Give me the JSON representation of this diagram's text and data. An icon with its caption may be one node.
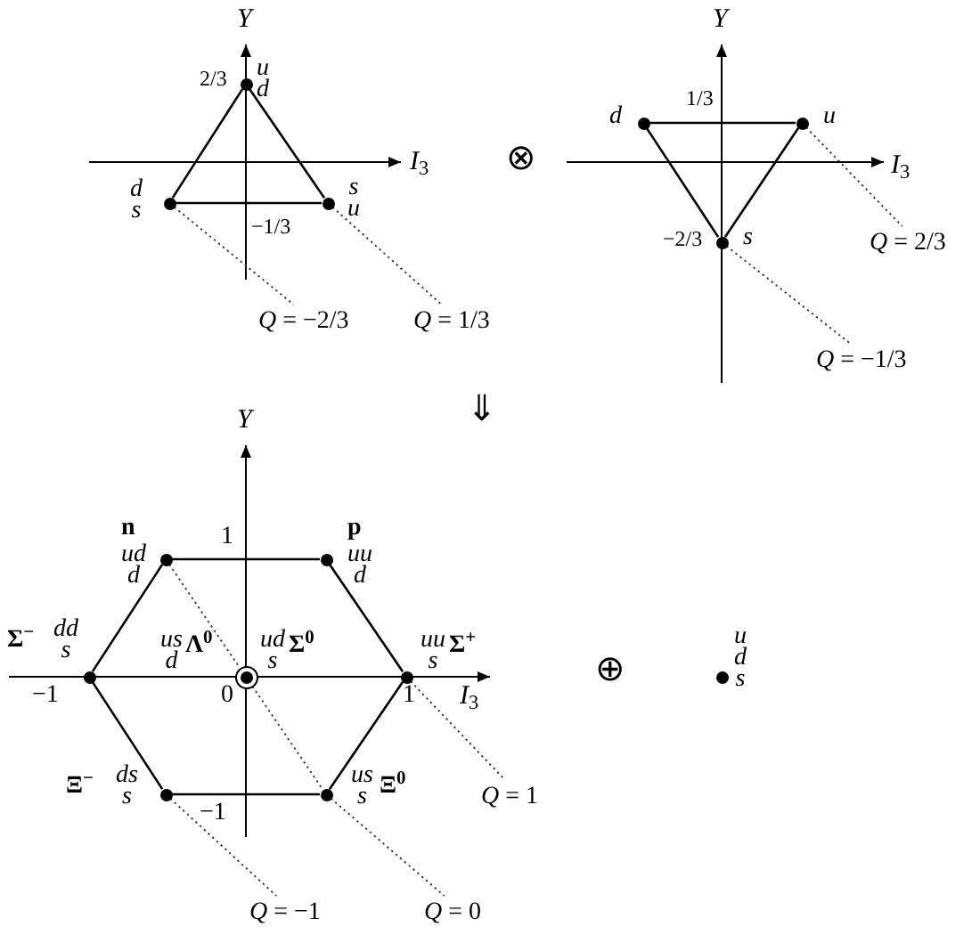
{
  "diagram": {
    "nodes": [
      {
        "text": [],
        "shape": "circle",
        "beside": [
          "u d"
        ]
      },
      {
        "text": [],
        "shape": "circle",
        "beside": [
          "d s"
        ]
      },
      {
        "text": [],
        "shape": "circle",
        "beside": [
          "s u"
        ]
      },
      {
        "text": [
          "*Q* = −2/3"
        ]
      },
      {
        "text": [
          "*Q* = 1/3"
        ]
      },
      {
        "text": [],
        "shape": "circle",
        "beside": [
          "d"
        ]
      },
      {
        "text": [],
        "shape": "circle",
        "beside": [
          "u"
        ]
      },
      {
        "text": [],
        "shape": "circle",
        "beside": [
          "s"
        ]
      },
      {
        "text": [
          "*Q* = 2/3"
        ]
      },
      {
        "text": [
          "*Q* = −1/3"
        ]
      },
      {
        "text": [],
        "shape": "circle",
        "beside": [
          "n",
          "ud d"
        ]
      },
      {
        "text": [],
        "shape": "circle",
        "beside": [
          "p",
          "uu d"
        ]
      },
      {
        "text": [],
        "shape": "circle",
        "beside": [
          "Σ$^{−}$",
          "dd s"
        ]
      },
      {
        "text": [],
        "shape": "circle",
        "beside": [
          "us d",
          "Λ$^{0}$",
          "ud s",
          "Σ$^{0}$"
        ]
      },
      {
        "text": [],
        "shape": "circle",
        "beside": [
          "uu s",
          "Σ$^{+}$"
        ]
      },
      {
        "text": [],
        "shape": "circle",
        "beside": [
          "Ξ$^{−}$",
          "ds s"
        ]
      },
      {
        "text": [],
        "shape": "circle",
        "beside": [
          "us s",
          "Ξ$^{0}$"
        ]
      },
      {
        "text": [
          "*Q* = 1"
        ]
      },
      {
        "text": [
          "*Q* = −1"
        ]
      },
      {
        "text": [
          "*Q* = 0"
        ]
      },
      {
        "text": [],
        "shape": "circle",
        "beside": [
          "u d s"
        ]
      }
    ],
    "edges": [
      {
        "from": 0,
        "to": 1,
        "arrow": "none"
      },
      {
        "from": 0,
        "to": 2,
        "arrow": "none"
      },
      {
        "from": 1,
        "to": 2,
        "arrow": "none"
      },
      {
        "from": 1,
        "to": 3,
        "arrow": "none",
        "style": "dashed"
      },
      {
        "from": 2,
        "to": 4,
        "arrow": "none",
        "style": "dashed"
      },
      {
        "from": 5,
        "to": 6,
        "arrow": "none"
      },
      {
        "from": 5,
        "to": 7,
        "arrow": "none"
      },
      {
        "from": 6,
        "to": 7,
        "arrow": "none"
      },
      {
        "from": 6,
        "to": 8,
        "arrow": "none",
        "style": "dashed"
      },
      {
        "from": 7,
        "to": 9,
        "arrow": "none",
        "style": "dashed"
      },
      {
        "from": 10,
        "to": 11,
        "arrow": "none"
      },
      {
        "from": 11,
        "to": 14,
        "arrow": "none"
      },
      {
        "from": 14,
        "to": 16,
        "arrow": "none"
      },
      {
        "from": 16,
        "to": 15,
        "arrow": "none"
      },
      {
        "from": 15,
        "to": 12,
        "arrow": "none"
      },
      {
        "from": 12,
        "to": 10,
        "arrow": "none"
      },
      {
        "from": 10,
        "to": 13,
        "arrow": "none",
        "style": "dashed"
      },
      {
        "from": 13,
        "to": 16,
        "arrow": "none",
        "style": "dashed"
      },
      {
        "from": 16,
        "to": 19,
        "arrow": "none",
        "style": "dashed"
      },
      {
        "from": 14,
        "to": 17,
        "arrow": "none",
        "style": "dashed"
      },
      {
        "from": 15,
        "to": 18,
        "arrow": "none",
        "style": "dashed"
      }
    ],
    "labels": [
      "Y",
      "2/3",
      "*I*$_{3}$",
      "−1/3",
      "⊗",
      "Y",
      "1/3",
      "*I*$_{3}$",
      "−2/3",
      "⇓",
      "Y",
      "1",
      "−1",
      "0",
      "1",
      "*I*$_{3}$",
      "−1",
      "⊕"
    ]
  }
}
